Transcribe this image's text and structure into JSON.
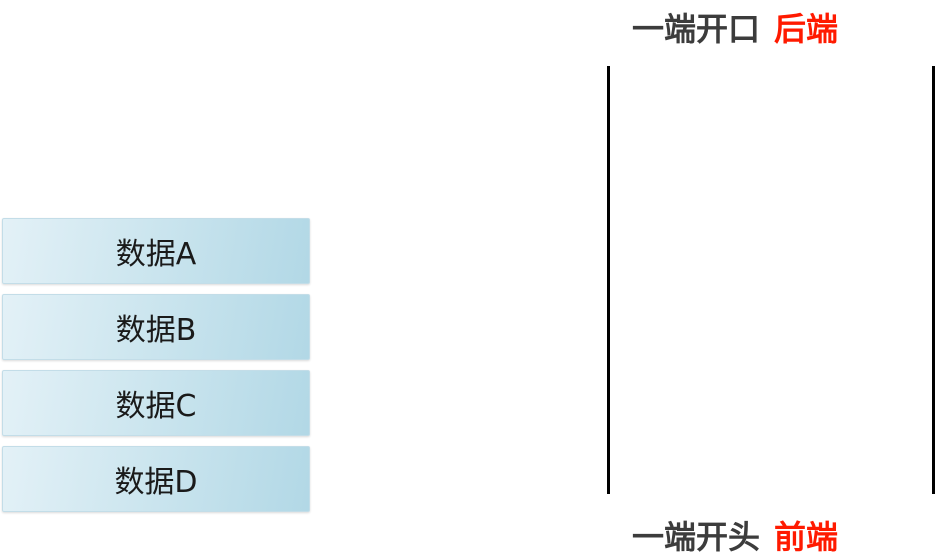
{
  "stack_items": [
    "数据A",
    "数据B",
    "数据C",
    "数据D"
  ],
  "top_label": {
    "text": "一端开口",
    "highlight": "后端"
  },
  "bottom_label": {
    "text": "一端开头",
    "highlight": "前端"
  },
  "colors": {
    "highlight": "#ff1a00",
    "label": "#3c3c3c"
  }
}
